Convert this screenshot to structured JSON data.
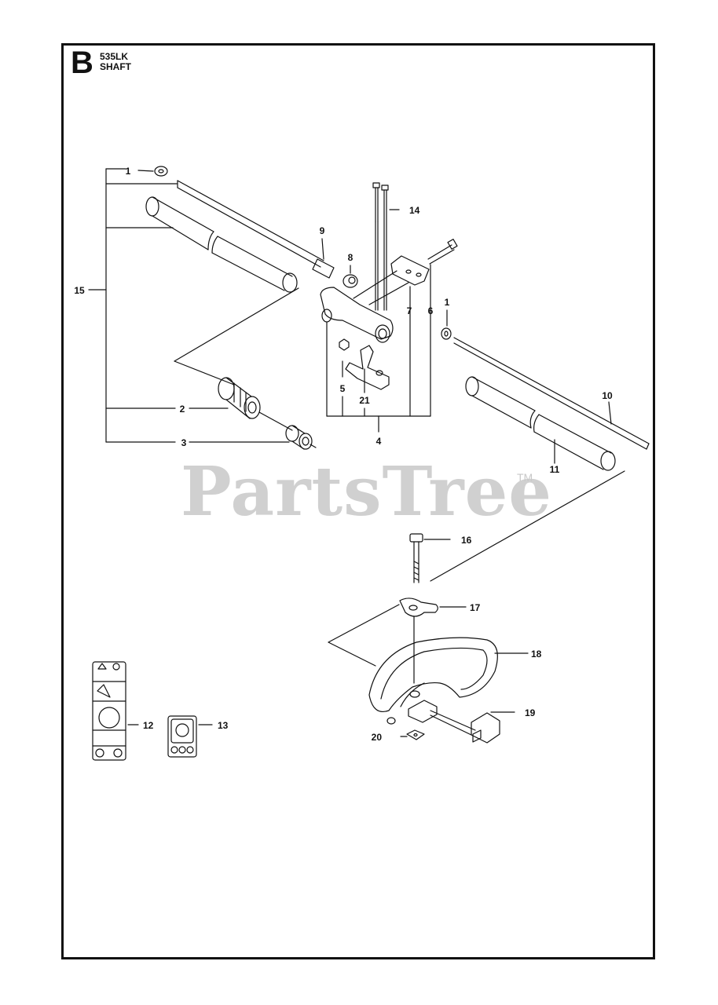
{
  "header": {
    "section_letter": "B",
    "model": "535LK",
    "title": "SHAFT"
  },
  "watermark": {
    "text": "PartsTree",
    "trademark": "TM"
  },
  "callouts": {
    "c1a": "1",
    "c1b": "1",
    "c2": "2",
    "c3": "3",
    "c4": "4",
    "c5": "5",
    "c6": "6",
    "c7": "7",
    "c8": "8",
    "c9": "9",
    "c10": "10",
    "c11": "11",
    "c12": "12",
    "c13": "13",
    "c14": "14",
    "c15": "15",
    "c16": "16",
    "c17": "17",
    "c18": "18",
    "c19": "19",
    "c20": "20",
    "c21": "21"
  },
  "colors": {
    "line": "#111111",
    "watermark": "#d0d0d0"
  }
}
